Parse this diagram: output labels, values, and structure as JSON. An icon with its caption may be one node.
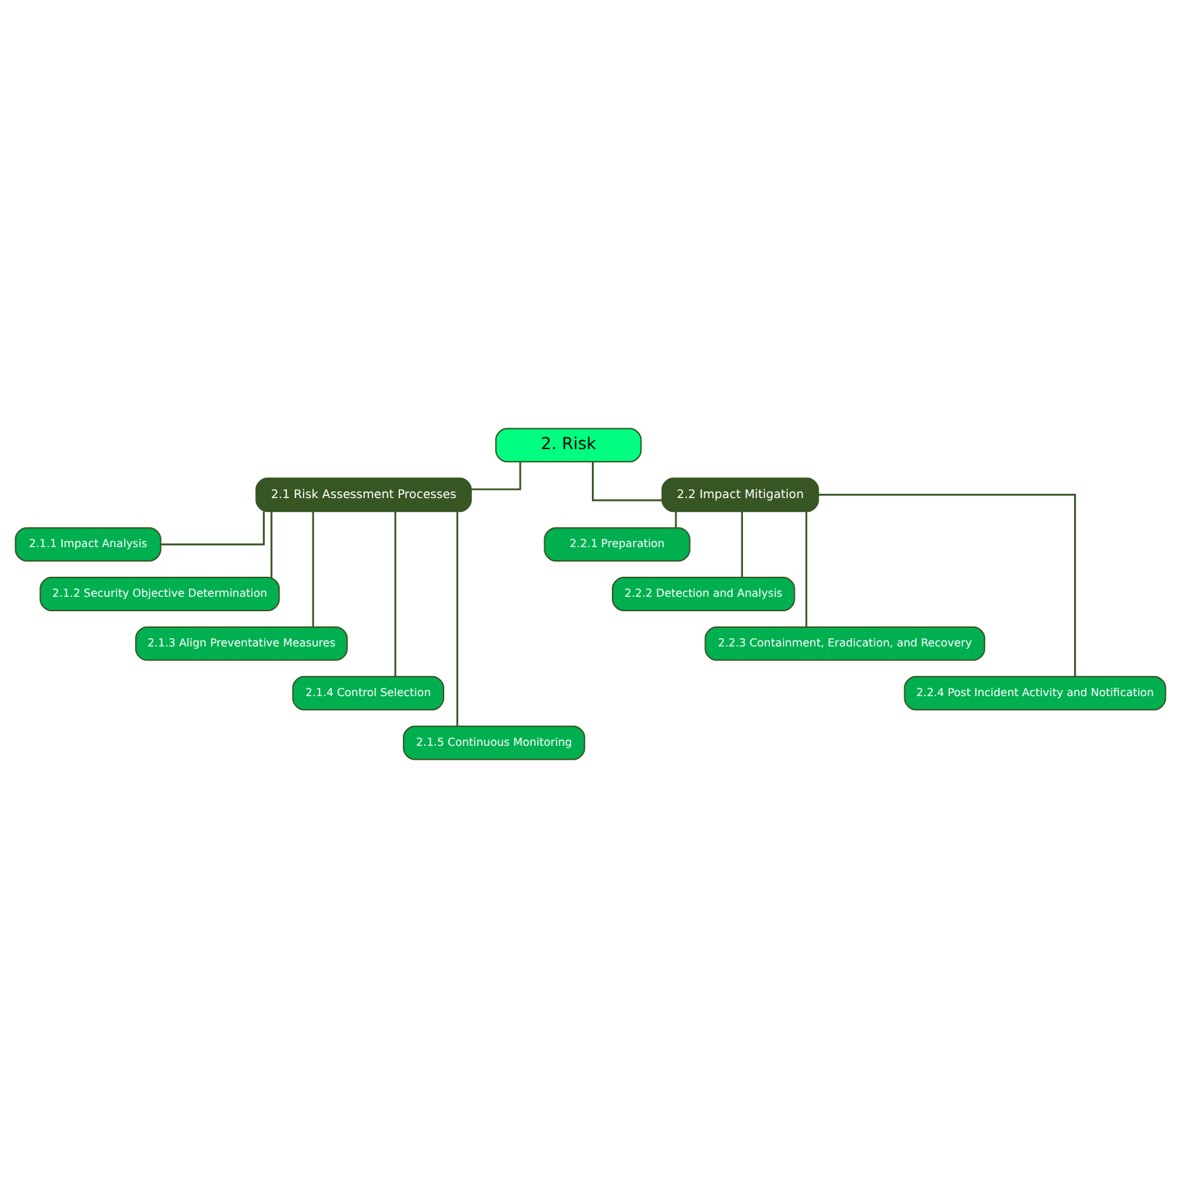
{
  "diagram": {
    "nodes": [
      {
        "text": [
          "2. Risk"
        ]
      },
      {
        "text": [
          "2.1 Risk Assessment Processes"
        ]
      },
      {
        "text": [
          "2.2 Impact Mitigation"
        ]
      },
      {
        "text": [
          "2.1.1 Impact Analysis"
        ]
      },
      {
        "text": [
          "2.1.2 Security Objective Determination"
        ]
      },
      {
        "text": [
          "2.1.3 Align Preventative Measures"
        ]
      },
      {
        "text": [
          "2.1.4 Control Selection"
        ]
      },
      {
        "text": [
          "2.1.5 Continuous Monitoring"
        ]
      },
      {
        "text": [
          "2.2.1 Preparation"
        ]
      },
      {
        "text": [
          "2.2.2 Detection and Analysis"
        ]
      },
      {
        "text": [
          "2.2.3 Containment, Eradication, and Recovery"
        ]
      },
      {
        "text": [
          "2.2.4 Post Incident Activity and Notification"
        ]
      }
    ],
    "edges": [
      {
        "from": 0,
        "to": 1,
        "arrow": "none"
      },
      {
        "from": 0,
        "to": 2,
        "arrow": "none"
      },
      {
        "from": 1,
        "to": 3,
        "arrow": "none"
      },
      {
        "from": 1,
        "to": 4,
        "arrow": "none"
      },
      {
        "from": 1,
        "to": 5,
        "arrow": "none"
      },
      {
        "from": 1,
        "to": 6,
        "arrow": "none"
      },
      {
        "from": 1,
        "to": 7,
        "arrow": "none"
      },
      {
        "from": 2,
        "to": 8,
        "arrow": "none"
      },
      {
        "from": 2,
        "to": 9,
        "arrow": "none"
      },
      {
        "from": 2,
        "to": 10,
        "arrow": "none"
      },
      {
        "from": 2,
        "to": 11,
        "arrow": "none"
      }
    ]
  }
}
